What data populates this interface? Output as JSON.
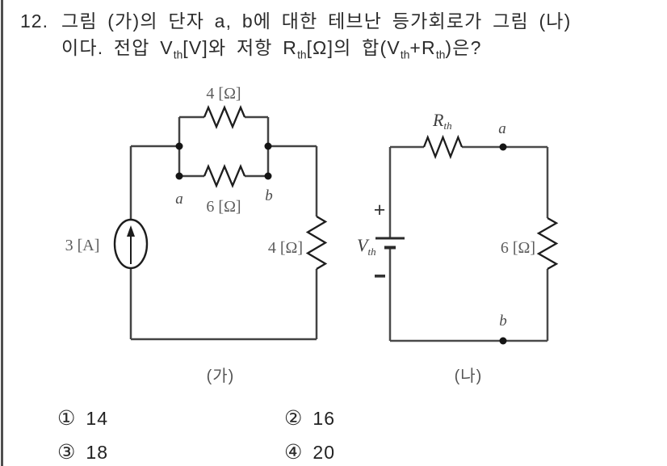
{
  "question": {
    "number": "12.",
    "line1": "그림 (가)의 단자 a, b에 대한 테브난 등가회로가 그림 (나)",
    "line2": [
      {
        "t": "이다. 전압 V"
      },
      {
        "t": "th",
        "sub": true
      },
      {
        "t": "[V]와 저항 R"
      },
      {
        "t": "th",
        "sub": true
      },
      {
        "t": "[Ω]의 합(V"
      },
      {
        "t": "th",
        "sub": true
      },
      {
        "t": "+R"
      },
      {
        "t": "th",
        "sub": true
      },
      {
        "t": ")은?"
      }
    ]
  },
  "figure_a": {
    "caption": "(가)",
    "current_source_label": "3 [A]",
    "resistor_top_label": "4 [Ω]",
    "resistor_parallel_label": "6 [Ω]",
    "resistor_load_label": "4 [Ω]",
    "terminal_a": "a",
    "terminal_b": "b"
  },
  "figure_b": {
    "caption": "(나)",
    "thevenin_resistance": {
      "base": "R",
      "sub": "th"
    },
    "thevenin_voltage": {
      "base": "V",
      "sub": "th"
    },
    "polarity_plus": "+",
    "resistor_load_label": "6 [Ω]",
    "terminal_a": "a",
    "terminal_b": "b"
  },
  "options": [
    {
      "marker": "①",
      "value": "14"
    },
    {
      "marker": "②",
      "value": "16"
    },
    {
      "marker": "③",
      "value": "18"
    },
    {
      "marker": "④",
      "value": "20"
    }
  ]
}
